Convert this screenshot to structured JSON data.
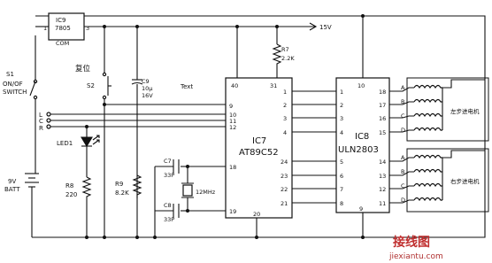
{
  "ic9": {
    "name": "IC9",
    "part": "7805",
    "pin1": "1",
    "pin3": "3",
    "common": "COM"
  },
  "supply": {
    "rail": "15V"
  },
  "switch": {
    "ref": "S1",
    "line1": "ON/OF",
    "line2": "SWITCH"
  },
  "battery": {
    "value": "9V",
    "name": "BATT"
  },
  "reset": {
    "chinese": "复位",
    "ref": "S2"
  },
  "c9": {
    "ref": "C9",
    "value": "10μ",
    "voltage": "16V"
  },
  "note": "Text",
  "bus_labels": [
    "L",
    "C",
    "R"
  ],
  "led": {
    "ref": "LED1"
  },
  "r8": {
    "ref": "R8",
    "value": "220"
  },
  "r9": {
    "ref": "R9",
    "value": "8.2K"
  },
  "r7": {
    "ref": "R7",
    "value": "2.2K"
  },
  "ic7": {
    "name": "IC7",
    "part": "AT89C52",
    "pins_left": [
      "9",
      "10",
      "11",
      "12",
      "18",
      "19"
    ],
    "pin_top_left": "40",
    "pin_top_right": "31",
    "pin_bottom": "20",
    "pins_right": [
      "1",
      "2",
      "3",
      "4",
      "24",
      "23",
      "22",
      "21"
    ]
  },
  "c7": {
    "ref": "C7",
    "value": "33P"
  },
  "c8": {
    "ref": "C8",
    "value": "33P"
  },
  "crystal": {
    "value": "12MHz"
  },
  "ic8": {
    "name": "IC8",
    "part": "ULN2803",
    "pins_left": [
      "1",
      "2",
      "3",
      "4",
      "5",
      "6",
      "7",
      "8"
    ],
    "pin_top": "10",
    "pin_bottom": "9",
    "pins_right": [
      "18",
      "17",
      "16",
      "15",
      "14",
      "13",
      "12",
      "11"
    ]
  },
  "motor_left": {
    "label": "左步进电机",
    "phases": [
      "A",
      "B",
      "C",
      "D"
    ]
  },
  "motor_right": {
    "label": "右步进电机",
    "phases": [
      "A",
      "B",
      "C",
      "D"
    ]
  },
  "watermark": {
    "cn": "接线图",
    "url": "jiexiantu.com"
  }
}
